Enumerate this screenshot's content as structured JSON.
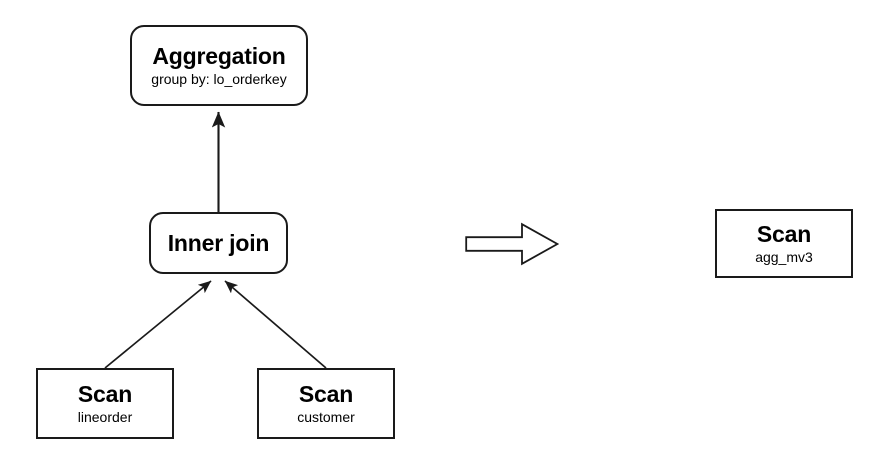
{
  "diagram": {
    "background_color": "#ffffff",
    "stroke_color": "#1a1a1a",
    "text_color": "#000000",
    "left_plan": {
      "nodes": [
        {
          "id": "aggregation",
          "title": "Aggregation",
          "subtitle": "group by: lo_orderkey",
          "shape": "rounded-rectangle"
        },
        {
          "id": "inner-join",
          "title": "Inner join",
          "subtitle": "",
          "shape": "rounded-rectangle"
        },
        {
          "id": "scan-lineorder",
          "title": "Scan",
          "subtitle": "lineorder",
          "shape": "rectangle"
        },
        {
          "id": "scan-customer",
          "title": "Scan",
          "subtitle": "customer",
          "shape": "rectangle"
        }
      ],
      "edges": [
        {
          "from": "inner-join",
          "to": "aggregation",
          "arrowhead": "filled-triangle"
        },
        {
          "from": "scan-lineorder",
          "to": "inner-join",
          "arrowhead": "filled-triangle"
        },
        {
          "from": "scan-customer",
          "to": "inner-join",
          "arrowhead": "filled-triangle"
        }
      ]
    },
    "transform": {
      "icon": "right-block-arrow-icon",
      "label": "",
      "fill": "none"
    },
    "right_plan": {
      "nodes": [
        {
          "id": "scan-agg-mv3",
          "title": "Scan",
          "subtitle": "agg_mv3",
          "shape": "rectangle"
        }
      ]
    }
  }
}
